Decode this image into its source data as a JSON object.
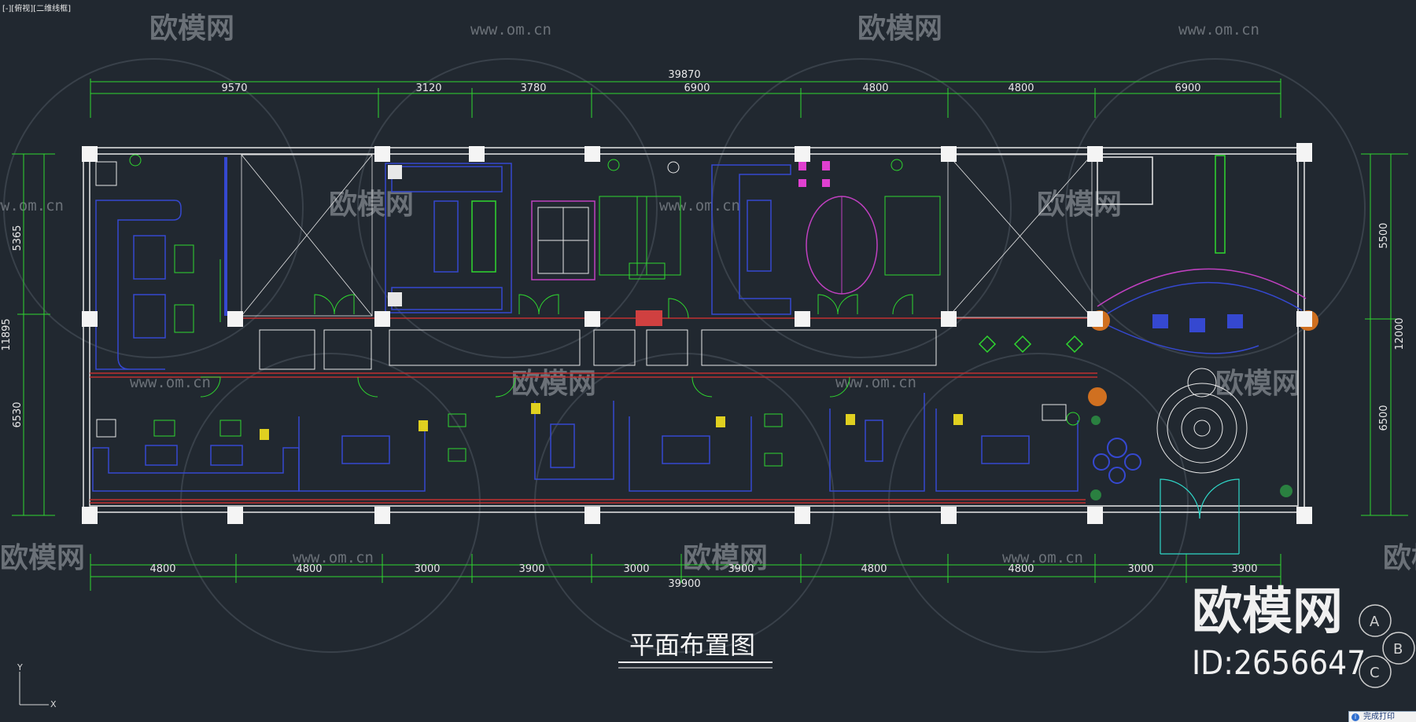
{
  "viewport_label": "[-][俯视][二维线框]",
  "title": "平面布置图",
  "watermark": {
    "brand_cn": "欧模网",
    "url": "www.om.cn",
    "id_text": "ID:2656647",
    "circle_letters": [
      "A",
      "B",
      "C"
    ]
  },
  "dimensions": {
    "top_total": "39870",
    "top_segments": [
      "9570",
      "3120",
      "3780",
      "6900",
      "4800",
      "4800",
      "6900"
    ],
    "bottom_total": "39900",
    "bottom_segments": [
      "4800",
      "4800",
      "3000",
      "3900",
      "3000",
      "3900",
      "4800",
      "4800",
      "3000",
      "3900"
    ],
    "left_total": "11895",
    "left_segments": [
      "5365",
      "6530"
    ],
    "right_total": "12000",
    "right_segments": [
      "5500",
      "6500"
    ]
  },
  "axis": {
    "y": "Y",
    "x": "X"
  },
  "status_text": "完成打印"
}
